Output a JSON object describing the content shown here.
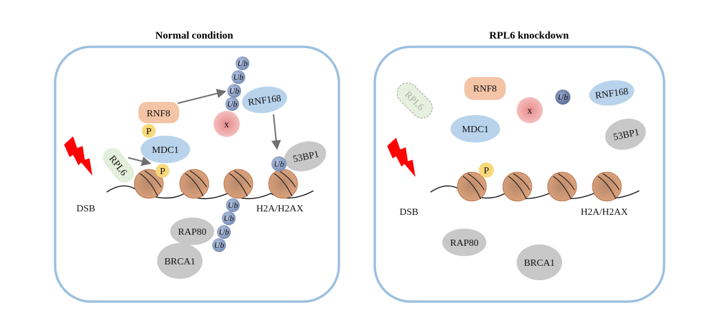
{
  "panels": [
    {
      "title": "Normal condition",
      "proteins": {
        "rnf8": "RNF8",
        "mdc1": "MDC1",
        "rpl6": "RPL6",
        "rnf168": "RNF168",
        "x": "x",
        "bp53": "53BP1",
        "rap80": "RAP80",
        "brca1": "BRCA1",
        "p": "P",
        "ub": "Ub"
      },
      "labels": {
        "dsb": "DSB",
        "histone": "H2A/H2AX"
      },
      "rpl6_state": "present"
    },
    {
      "title": "RPL6 knockdown",
      "proteins": {
        "rnf8": "RNF8",
        "mdc1": "MDC1",
        "rpl6": "RPL6",
        "rnf168": "RNF168",
        "x": "x",
        "bp53": "53BP1",
        "rap80": "RAP80",
        "brca1": "BRCA1",
        "p": "P",
        "ub": "Ub"
      },
      "labels": {
        "dsb": "DSB",
        "histone": "H2A/H2AX"
      },
      "rpl6_state": "depleted"
    }
  ],
  "colors": {
    "cell_border": "#9dc0e0",
    "rnf8": "#f3c4a6",
    "mdc1": "#b9d3ec",
    "rpl6": "#e2efda",
    "rnf168": "#b9d3ec",
    "x": "#f0a3a3",
    "ub": "#8397bd",
    "gray_protein": "#c8c8c8",
    "phospho": "#f8d87a",
    "nucleosome": "#d9a07c",
    "dsb_bolt": "#ff0000",
    "arrow": "#707070"
  }
}
